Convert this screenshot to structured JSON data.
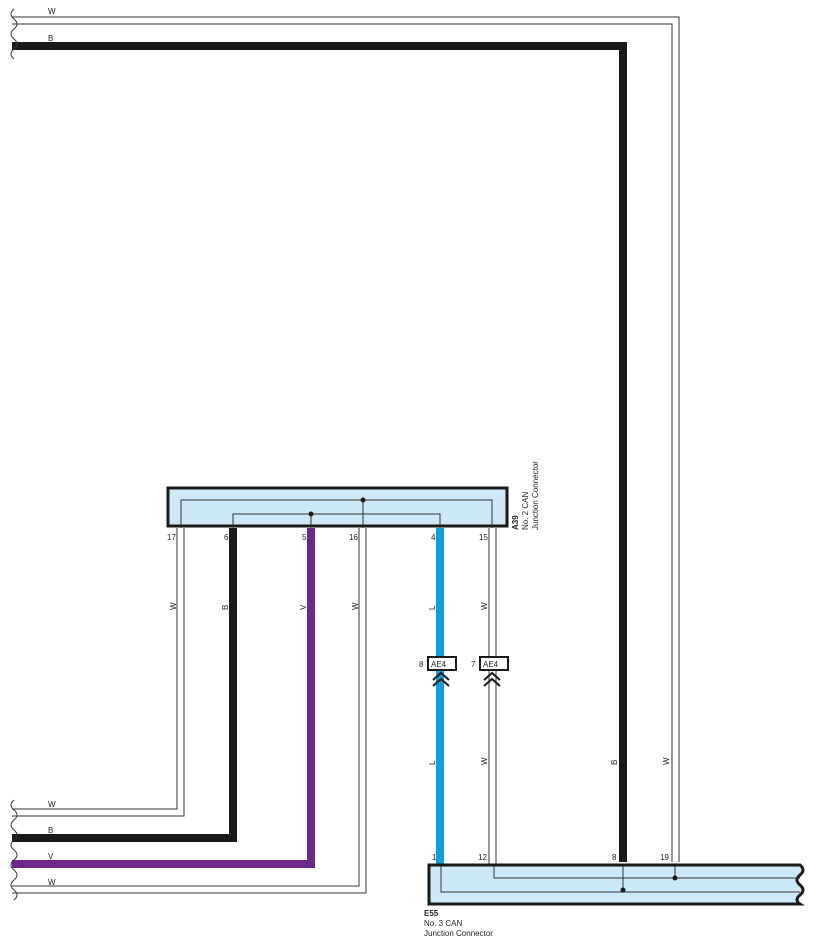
{
  "colors": {
    "connector_fill": "#cde9f7",
    "wire_black": "#1a1a1a",
    "wire_violet": "#6a2a8c",
    "wire_blue": "#0ea0de",
    "wire_white_outline": "#333333"
  },
  "connectors": {
    "a39": {
      "code": "A39",
      "name_line1": "No.  2 CAN",
      "name_line2": "Junction Connector",
      "pins": {
        "p17": "17",
        "p6": "6",
        "p5": "5",
        "p16": "16",
        "p4": "4",
        "p15": "15"
      }
    },
    "e55": {
      "code": "E55",
      "name_line1": "No.  3 CAN",
      "name_line2": "Junction Connector",
      "pins": {
        "p1": "1",
        "p12": "12",
        "p8": "8",
        "p19": "19"
      }
    },
    "ae4": {
      "code": "AE4",
      "pin_l": "8",
      "pin_w": "7"
    }
  },
  "wire_labels": {
    "top_w": "W",
    "top_b": "B",
    "a39_w17": "W",
    "a39_b6": "B",
    "a39_v5": "V",
    "a39_w16": "W",
    "a39_l4": "L",
    "a39_w15": "W",
    "lower_l": "L",
    "lower_w": "W",
    "right_b": "B",
    "right_w": "W",
    "left_w1": "W",
    "left_b": "B",
    "left_v": "V",
    "left_w2": "W"
  }
}
